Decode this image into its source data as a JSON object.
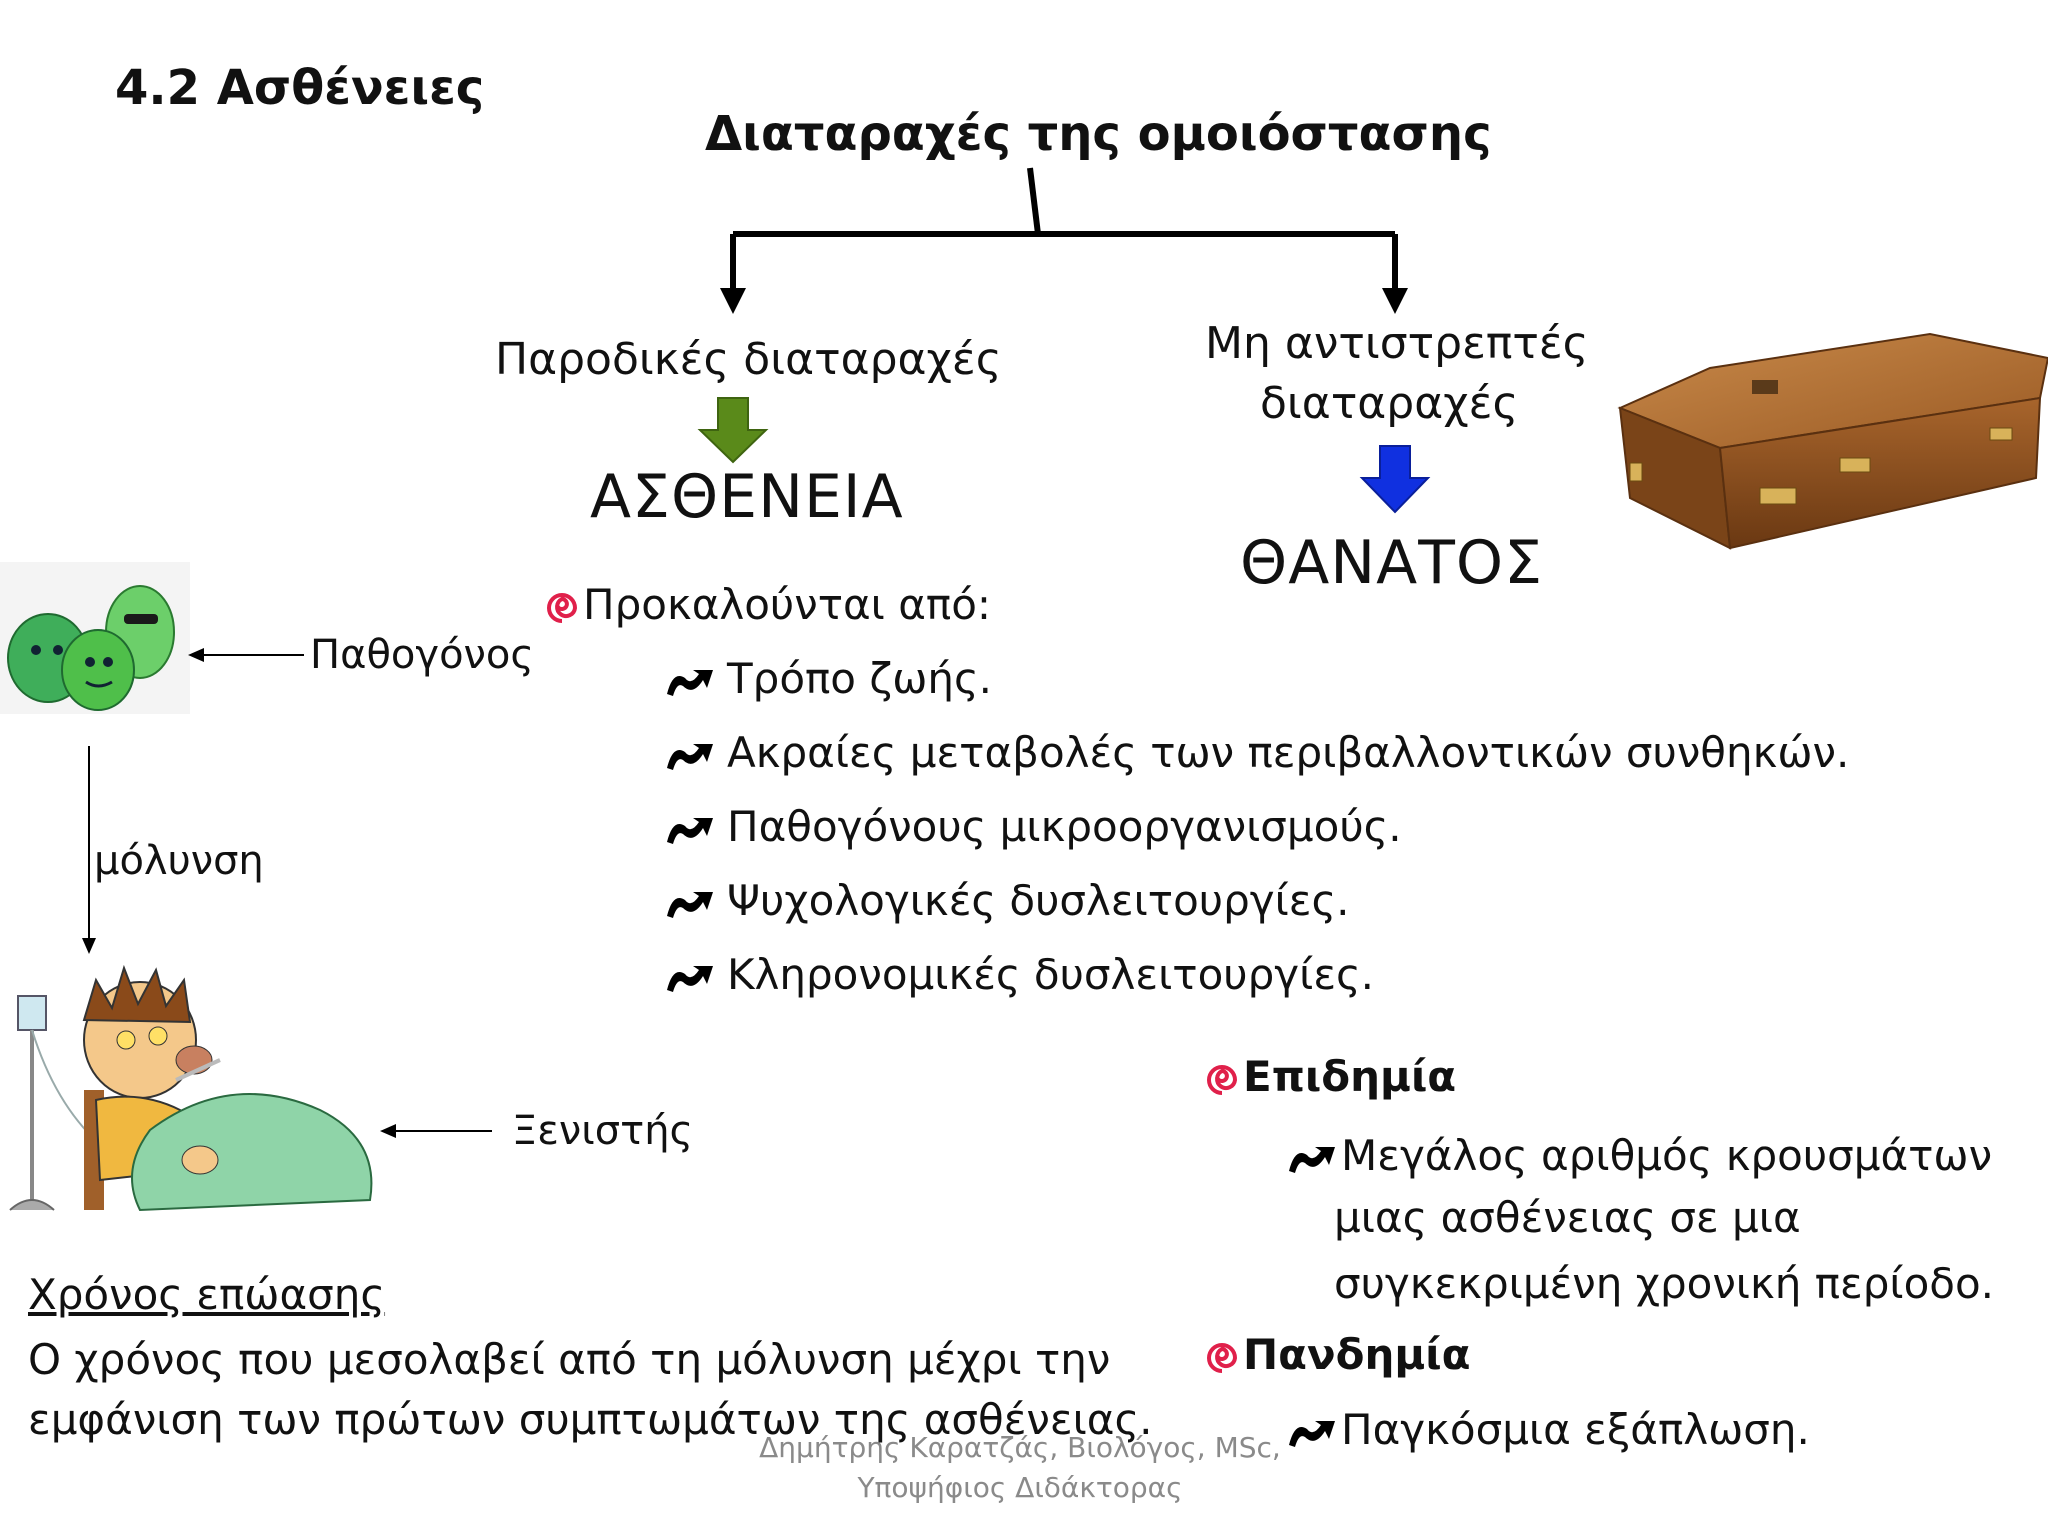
{
  "slide": {
    "section_title": "4.2 Ασθένειες",
    "main_title": "Διαταραχές της ομοιόστασης",
    "left_branch": {
      "label": "Παροδικές διαταραχές",
      "result": "ΑΣΘΕΝΕΙΑ",
      "arrow_color": "#5a8a1a"
    },
    "right_branch": {
      "label_line1": "Μη αντιστρεπτές",
      "label_line2": "διαταραχές",
      "result": "ΘΑΝΑΤΟΣ",
      "arrow_color": "#1030e0"
    },
    "causes": {
      "heading": "Προκαλούνται από:",
      "items": [
        "Τρόπο ζωής.",
        "Ακραίες μεταβολές των περιβαλλοντικών συνθηκών.",
        "Παθογόνους μικροοργανισμούς.",
        "Ψυχολογικές δυσλειτουργίες.",
        "Κληρονομικές δυσλειτουργίες."
      ]
    },
    "infection": {
      "pathogen_label": "Παθογόνος",
      "infection_label": "μόλυνση",
      "host_label": "Ξενιστής"
    },
    "incubation": {
      "title": "Χρόνος επώασης",
      "line1": "Ο χρόνος που μεσολαβεί από τη μόλυνση μέχρι την",
      "line2": "εμφάνιση των πρώτων συμπτωμάτων της ασθένειας."
    },
    "epidemic": {
      "term": "Επιδημία",
      "line1": "Μεγάλος αριθμός κρουσμάτων",
      "line2": "μιας ασθένειας σε μια",
      "line3": "συγκεκριμένη χρονική περίοδο."
    },
    "pandemic": {
      "term": "Πανδημία",
      "definition": "Παγκόσμια εξάπλωση."
    },
    "footer": {
      "line1": "Δημήτρης Καρατζάς, Βιολόγος, MSc,",
      "line2": "Υποψήφιος Διδάκτορας"
    }
  }
}
